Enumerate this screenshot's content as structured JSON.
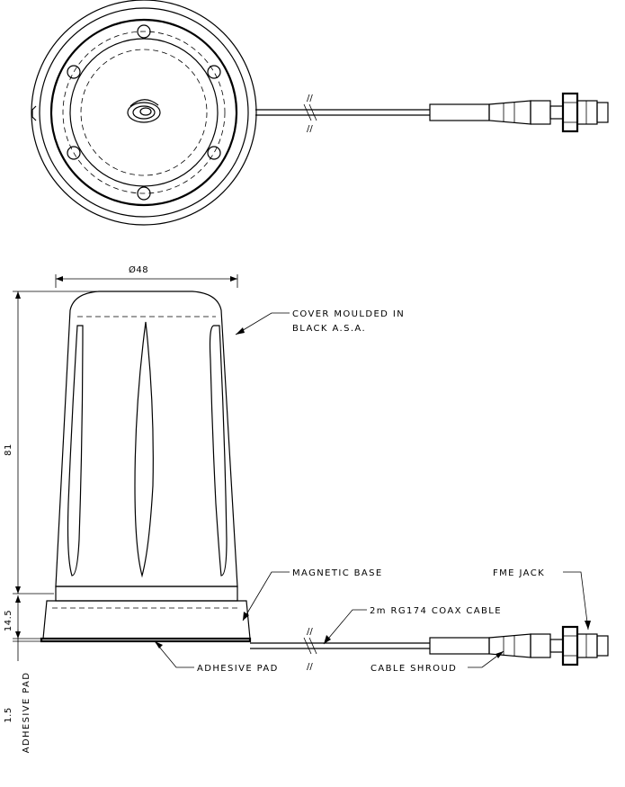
{
  "labels": {
    "diameter": "Ø48",
    "height_cover": "81",
    "height_base": "14.5",
    "pad_thickness": "1.5",
    "pad_vertical": "ADHESIVE PAD",
    "cover_line1": "COVER MOULDED IN",
    "cover_line2": "BLACK A.S.A.",
    "magnetic_base": "MAGNETIC BASE",
    "coax_cable": "2m  RG174  COAX CABLE",
    "fme_jack": "FME JACK",
    "adhesive_pad": "ADHESIVE PAD",
    "cable_shroud": "CABLE SHROUD",
    "break_mark": "//"
  }
}
